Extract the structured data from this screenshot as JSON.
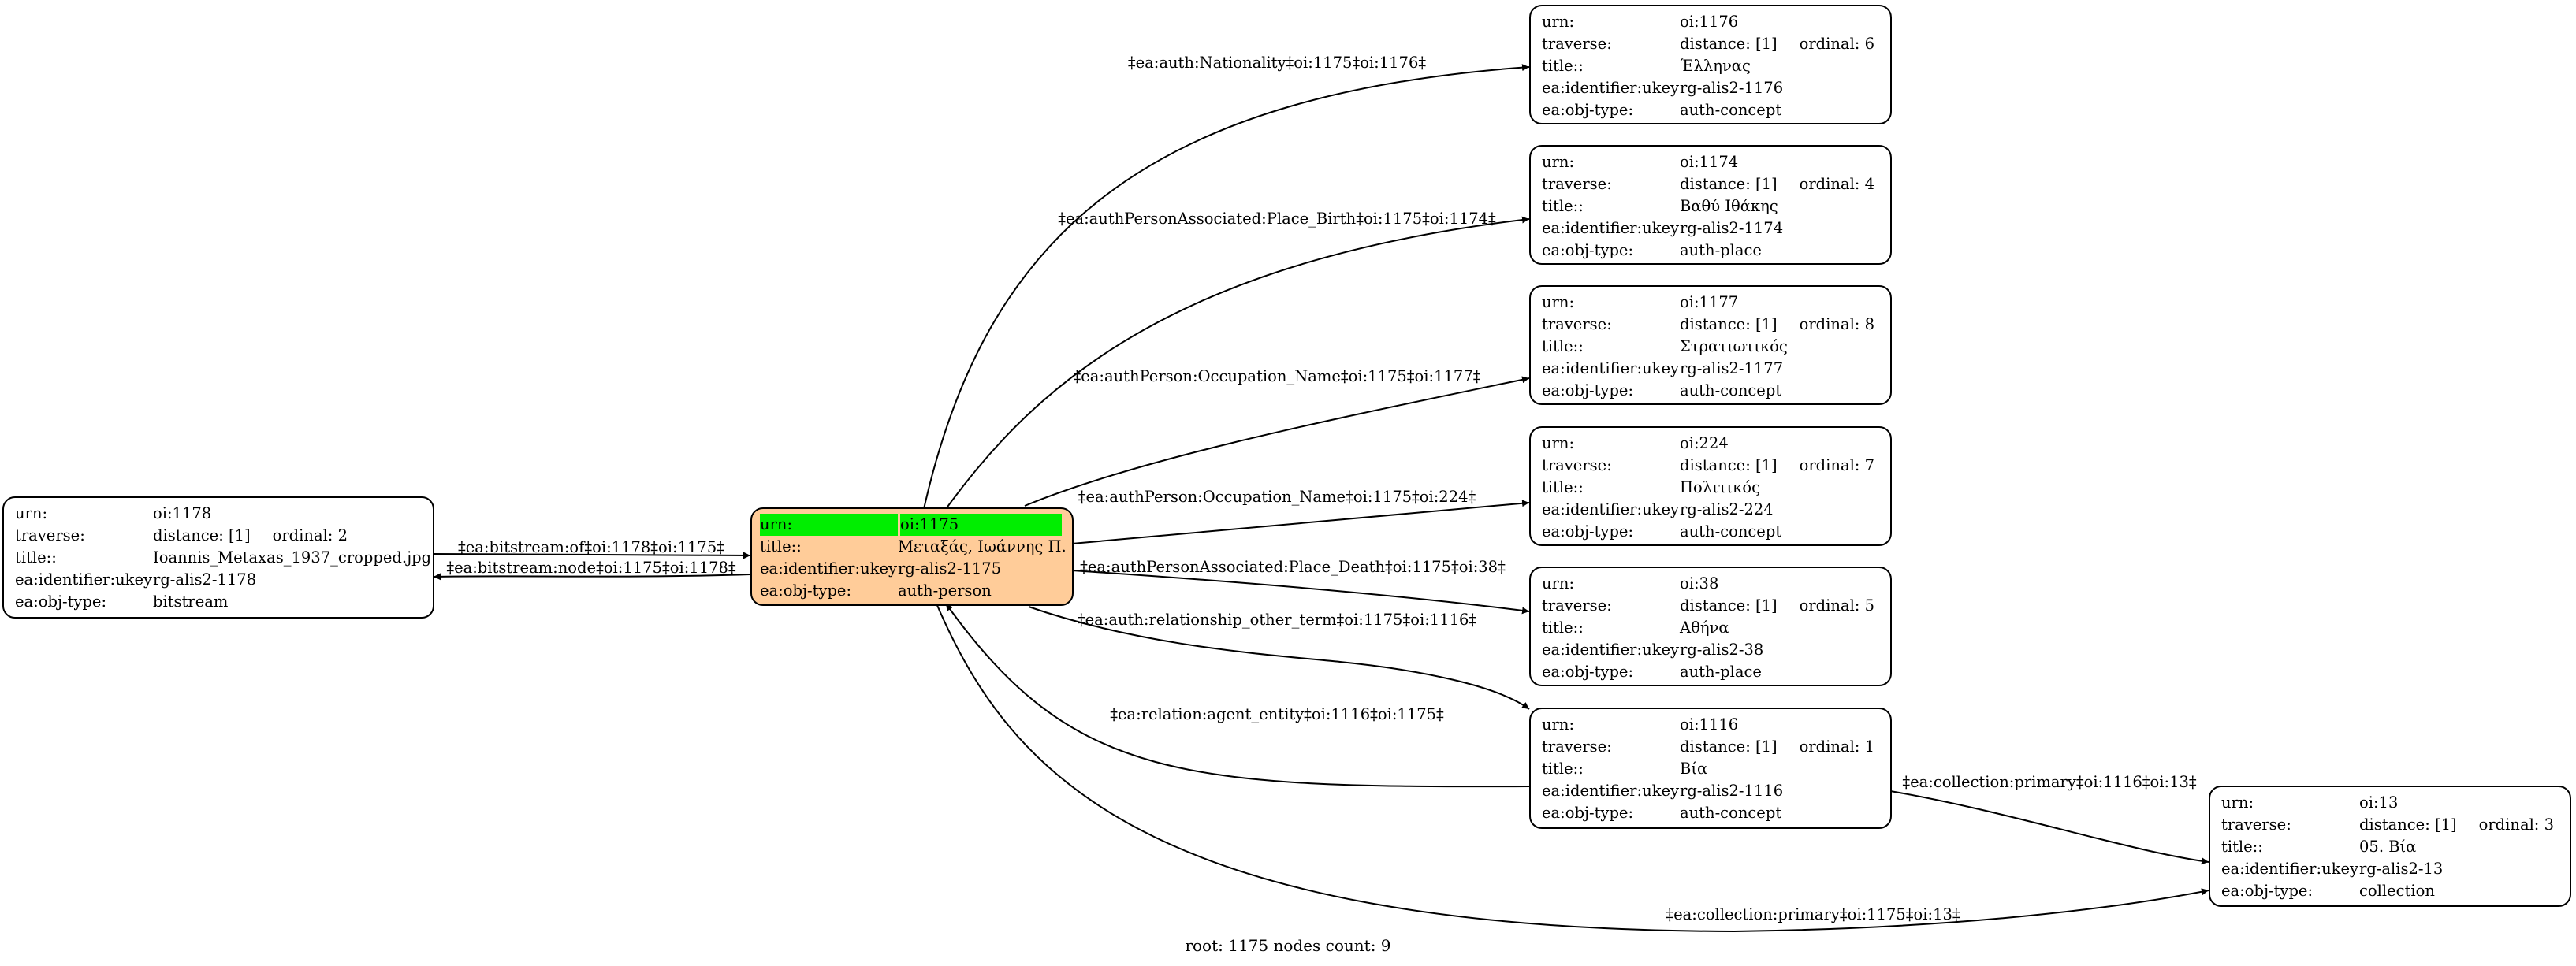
{
  "footer": "root: 1175 nodes count: 9",
  "colors": {
    "root_fill": "#ffcc99",
    "highlight": "#00ee00",
    "stroke": "#000000"
  },
  "nodes": {
    "n1178": {
      "urn_k": "urn:",
      "urn": "oi:1178",
      "trav_k": "traverse:",
      "trav": "distance: [1]",
      "ord": "ordinal: 2",
      "title_k": "title::",
      "title": "Ioannis_Metaxas_1937_cropped.jpg",
      "ukey_k": "ea:identifier:ukey",
      "ukey": "rg-alis2-1178",
      "type_k": "ea:obj-type:",
      "type": "bitstream"
    },
    "n1175": {
      "urn_k": "urn:",
      "urn": "oi:1175",
      "title_k": "title::",
      "title": "Μεταξάς, Ιωάννης Π.",
      "ukey_k": "ea:identifier:ukey",
      "ukey": "rg-alis2-1175",
      "type_k": "ea:obj-type:",
      "type": "auth-person"
    },
    "n1176": {
      "urn_k": "urn:",
      "urn": "oi:1176",
      "trav_k": "traverse:",
      "trav": "distance: [1]",
      "ord": "ordinal: 6",
      "title_k": "title::",
      "title": "Έλληνας",
      "ukey_k": "ea:identifier:ukey",
      "ukey": "rg-alis2-1176",
      "type_k": "ea:obj-type:",
      "type": "auth-concept"
    },
    "n1174": {
      "urn_k": "urn:",
      "urn": "oi:1174",
      "trav_k": "traverse:",
      "trav": "distance: [1]",
      "ord": "ordinal: 4",
      "title_k": "title::",
      "title": "Βαθύ Ιθάκης",
      "ukey_k": "ea:identifier:ukey",
      "ukey": "rg-alis2-1174",
      "type_k": "ea:obj-type:",
      "type": "auth-place"
    },
    "n1177": {
      "urn_k": "urn:",
      "urn": "oi:1177",
      "trav_k": "traverse:",
      "trav": "distance: [1]",
      "ord": "ordinal: 8",
      "title_k": "title::",
      "title": "Στρατιωτικός",
      "ukey_k": "ea:identifier:ukey",
      "ukey": "rg-alis2-1177",
      "type_k": "ea:obj-type:",
      "type": "auth-concept"
    },
    "n224": {
      "urn_k": "urn:",
      "urn": "oi:224",
      "trav_k": "traverse:",
      "trav": "distance: [1]",
      "ord": "ordinal: 7",
      "title_k": "title::",
      "title": "Πολιτικός",
      "ukey_k": "ea:identifier:ukey",
      "ukey": "rg-alis2-224",
      "type_k": "ea:obj-type:",
      "type": "auth-concept"
    },
    "n38": {
      "urn_k": "urn:",
      "urn": "oi:38",
      "trav_k": "traverse:",
      "trav": "distance: [1]",
      "ord": "ordinal: 5",
      "title_k": "title::",
      "title": "Αθήνα",
      "ukey_k": "ea:identifier:ukey",
      "ukey": "rg-alis2-38",
      "type_k": "ea:obj-type:",
      "type": "auth-place"
    },
    "n1116": {
      "urn_k": "urn:",
      "urn": "oi:1116",
      "trav_k": "traverse:",
      "trav": "distance: [1]",
      "ord": "ordinal: 1",
      "title_k": "title::",
      "title": "Βία",
      "ukey_k": "ea:identifier:ukey",
      "ukey": "rg-alis2-1116",
      "type_k": "ea:obj-type:",
      "type": "auth-concept"
    },
    "n13": {
      "urn_k": "urn:",
      "urn": "oi:13",
      "trav_k": "traverse:",
      "trav": "distance: [1]",
      "ord": "ordinal: 3",
      "title_k": "title::",
      "title": "05. Βία",
      "ukey_k": "ea:identifier:ukey",
      "ukey": "rg-alis2-13",
      "type_k": "ea:obj-type:",
      "type": "collection"
    }
  },
  "edges": {
    "bitstream_of": "‡ea:bitstream:of‡oi:1178‡oi:1175‡",
    "bitstream_node": "‡ea:bitstream:node‡oi:1175‡oi:1178‡",
    "nationality": "‡ea:auth:Nationality‡oi:1175‡oi:1176‡",
    "place_birth": "‡ea:authPersonAssociated:Place_Birth‡oi:1175‡oi:1174‡",
    "occupation_1177": "‡ea:authPerson:Occupation_Name‡oi:1175‡oi:1177‡",
    "occupation_224": "‡ea:authPerson:Occupation_Name‡oi:1175‡oi:224‡",
    "place_death": "‡ea:authPersonAssociated:Place_Death‡oi:1175‡oi:38‡",
    "relationship": "‡ea:auth:relationship_other_term‡oi:1175‡oi:1116‡",
    "agent_entity": "‡ea:relation:agent_entity‡oi:1116‡oi:1175‡",
    "collection_1116": "‡ea:collection:primary‡oi:1116‡oi:13‡",
    "collection_1175": "‡ea:collection:primary‡oi:1175‡oi:13‡"
  }
}
